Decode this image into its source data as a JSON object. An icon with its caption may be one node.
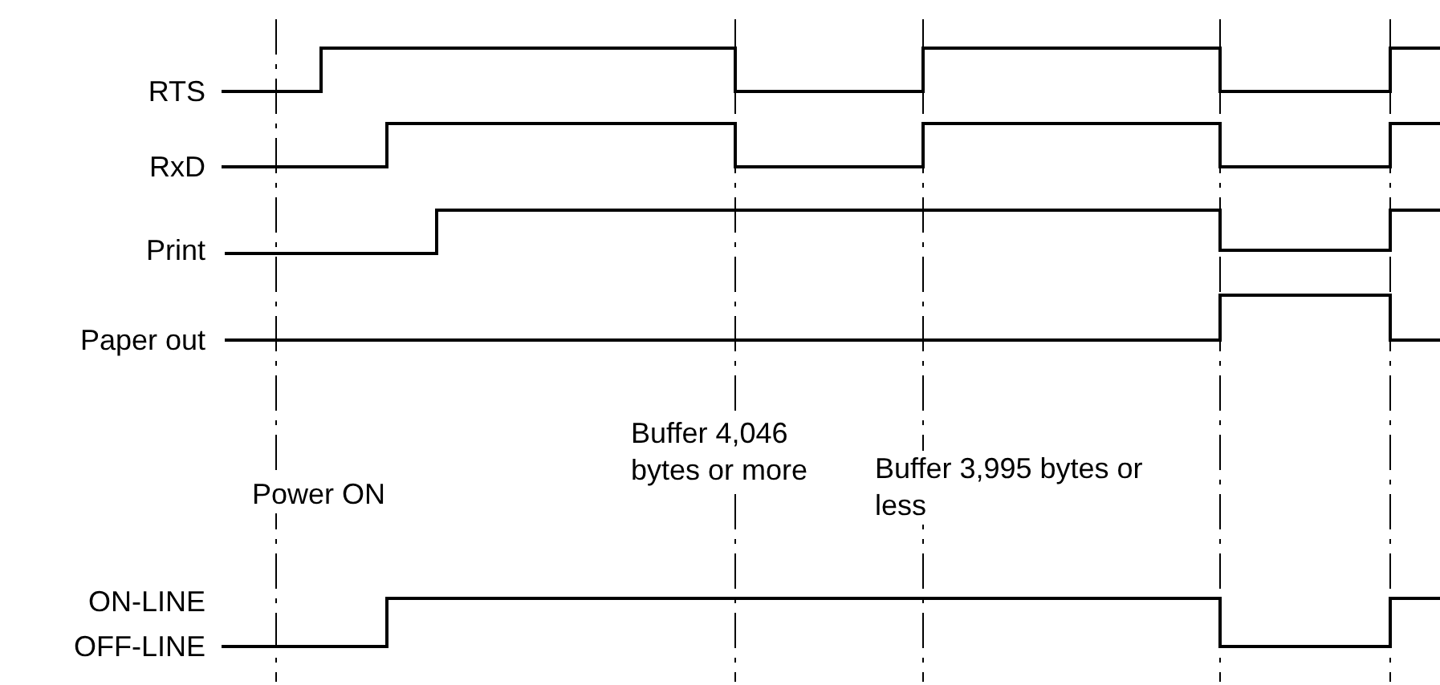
{
  "diagram": {
    "labels": [
      "RTS",
      "RxD",
      "Print",
      "Paper out",
      "Buffer 4,046 bytes or more",
      "Power ON",
      "Buffer 3,995 bytes or less",
      "ON-LINE",
      "OFF-LINE"
    ]
  }
}
